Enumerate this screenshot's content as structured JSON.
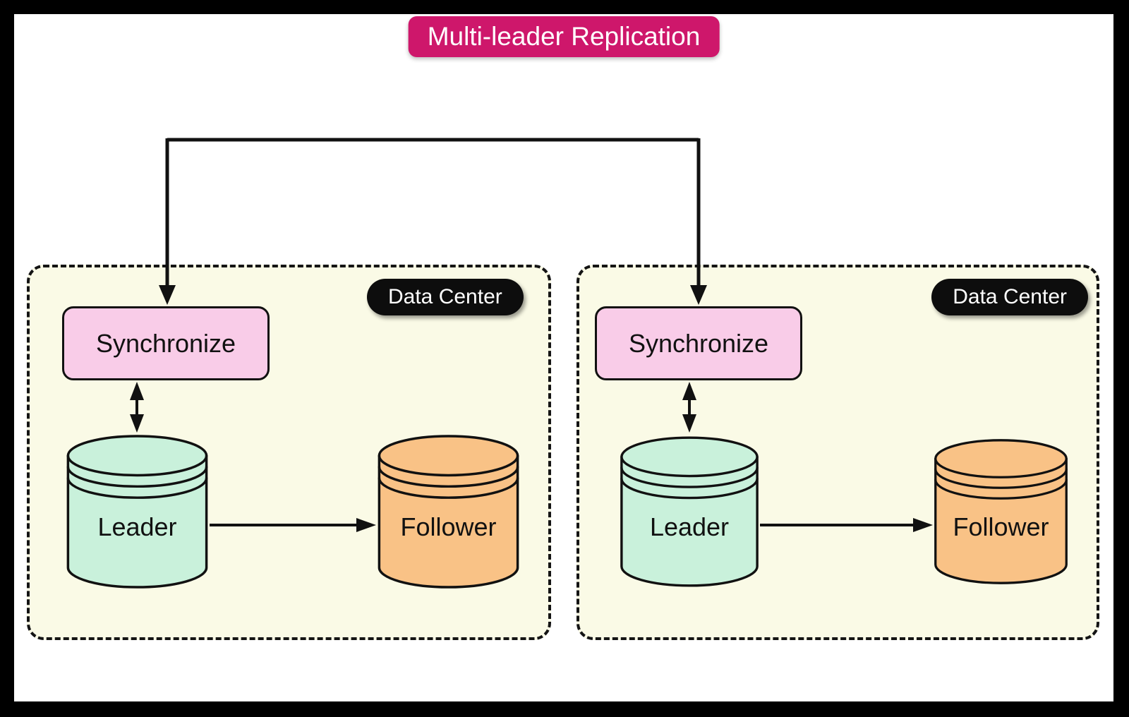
{
  "title": {
    "label": "Multi-leader Replication"
  },
  "colors": {
    "frame": "#000000",
    "surface": "#ffffff",
    "title_bg": "#ce176b",
    "title_text": "#ffffff",
    "dc_fill": "#fafae6",
    "dc_border": "#141414",
    "dc_badge_bg": "#0d0d0d",
    "dc_badge_text": "#ffffff",
    "sync_fill": "#f9cce8",
    "leader_fill": "#c9f1db",
    "follower_fill": "#f9c286",
    "line": "#111111"
  },
  "data_centers": [
    {
      "label": "Data Center",
      "sync_label": "Synchronize",
      "leader_label": "Leader",
      "follower_label": "Follower"
    },
    {
      "label": "Data Center",
      "sync_label": "Synchronize",
      "leader_label": "Leader",
      "follower_label": "Follower"
    }
  ],
  "connections": [
    {
      "from": "Synchronize (left data center)",
      "to": "Synchronize (right data center)",
      "style": "routed above both data centers, arrowheads into both Synchronize boxes"
    },
    {
      "from": "Synchronize",
      "to": "Leader",
      "style": "bidirectional vertical arrow",
      "scope": "each data center"
    },
    {
      "from": "Leader",
      "to": "Follower",
      "style": "single-headed horizontal arrow",
      "scope": "each data center"
    }
  ]
}
